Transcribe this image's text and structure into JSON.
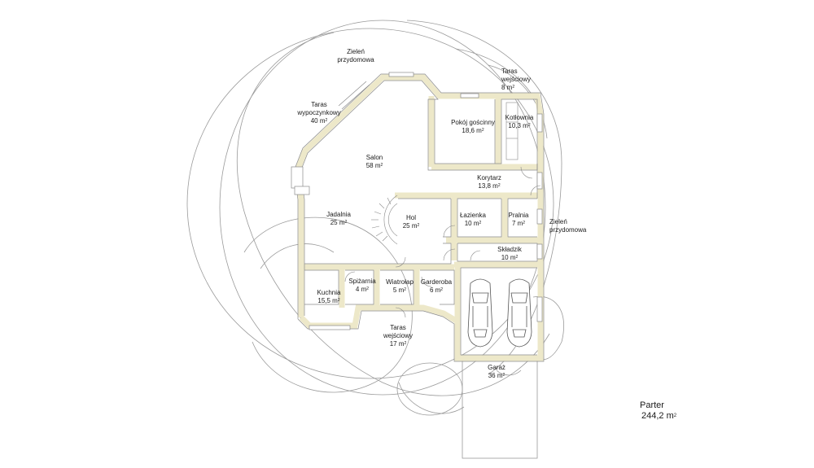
{
  "rooms": [
    {
      "key": "zielen_top",
      "name": "Zieleń",
      "name2": "przydomowa",
      "area": ""
    },
    {
      "key": "taras_wyp",
      "name": "Taras",
      "name2": "wypoczynkowy",
      "area": "40 m",
      "sup": "2"
    },
    {
      "key": "taras_wej_top",
      "name": "Taras",
      "name2": "wejściowy",
      "area": "8 m",
      "sup": "2"
    },
    {
      "key": "pokoj",
      "name": "Pokój gościnny",
      "name2": "",
      "area": "18,6 m",
      "sup": "2"
    },
    {
      "key": "kotlownia",
      "name": "Kotłownia",
      "name2": "",
      "area": "10,3 m",
      "sup": "2"
    },
    {
      "key": "salon",
      "name": "Salon",
      "name2": "",
      "area": "58 m",
      "sup": "2"
    },
    {
      "key": "korytarz",
      "name": "Korytarz",
      "name2": "",
      "area": "13,8 m",
      "sup": "2"
    },
    {
      "key": "jadalnia",
      "name": "Jadalnia",
      "name2": "",
      "area": "25 m",
      "sup": "2"
    },
    {
      "key": "hol",
      "name": "Hol",
      "name2": "",
      "area": "25 m",
      "sup": "2"
    },
    {
      "key": "lazienka",
      "name": "Łazienka",
      "name2": "",
      "area": "10 m",
      "sup": "2"
    },
    {
      "key": "pralnia",
      "name": "Pralnia",
      "name2": "",
      "area": "7 m",
      "sup": "2"
    },
    {
      "key": "zielen_right",
      "name": "Zieleń",
      "name2": "przydomowa",
      "area": ""
    },
    {
      "key": "skladzik",
      "name": "Składzik",
      "name2": "",
      "area": "10 m",
      "sup": "2"
    },
    {
      "key": "spizarnia",
      "name": "Spiżarnia",
      "name2": "",
      "area": "4 m",
      "sup": "2"
    },
    {
      "key": "wiatrolap",
      "name": "Wiatrołap",
      "name2": "",
      "area": "5 m",
      "sup": "2"
    },
    {
      "key": "garderoba",
      "name": "Garderoba",
      "name2": "",
      "area": "6 m",
      "sup": "2"
    },
    {
      "key": "kuchnia",
      "name": "Kuchnia",
      "name2": "",
      "area": "15,5 m",
      "sup": "2"
    },
    {
      "key": "taras_wej_bot",
      "name": "Taras",
      "name2": "wejściowy",
      "area": "17 m",
      "sup": "2"
    },
    {
      "key": "garaz",
      "name": "Garaż",
      "name2": "",
      "area": "36 m",
      "sup": "2"
    }
  ],
  "summary": {
    "floor": "Parter",
    "area": "244,2 m",
    "sup": "2"
  },
  "colors": {
    "wall": "#ede8c9",
    "line": "#8a8a8a",
    "ink": "#1a1a1a"
  }
}
